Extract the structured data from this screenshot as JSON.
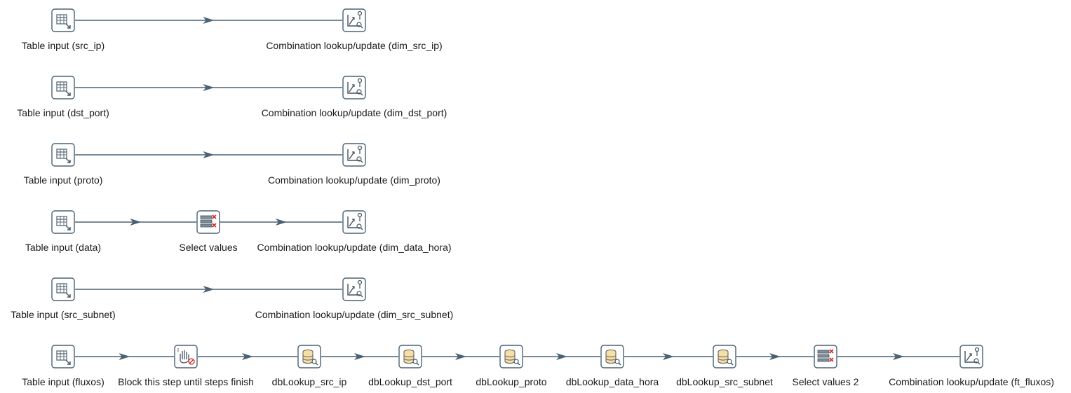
{
  "rows": [
    {
      "steps": [
        {
          "id": "r1s1",
          "label": "Table input (src_ip)",
          "icon": "table-input-icon"
        },
        {
          "id": "r1s2",
          "label": "Combination lookup/update (dim_src_ip)",
          "icon": "combination-lookup-icon"
        }
      ]
    },
    {
      "steps": [
        {
          "id": "r2s1",
          "label": "Table input (dst_port)",
          "icon": "table-input-icon"
        },
        {
          "id": "r2s2",
          "label": "Combination lookup/update (dim_dst_port)",
          "icon": "combination-lookup-icon"
        }
      ]
    },
    {
      "steps": [
        {
          "id": "r3s1",
          "label": "Table input (proto)",
          "icon": "table-input-icon"
        },
        {
          "id": "r3s2",
          "label": "Combination lookup/update (dim_proto)",
          "icon": "combination-lookup-icon"
        }
      ]
    },
    {
      "steps": [
        {
          "id": "r4s1",
          "label": "Table input (data)",
          "icon": "table-input-icon"
        },
        {
          "id": "r4s2",
          "label": "Select values",
          "icon": "select-values-icon"
        },
        {
          "id": "r4s3",
          "label": "Combination lookup/update (dim_data_hora)",
          "icon": "combination-lookup-icon"
        }
      ]
    },
    {
      "steps": [
        {
          "id": "r5s1",
          "label": "Table input (src_subnet)",
          "icon": "table-input-icon"
        },
        {
          "id": "r5s2",
          "label": "Combination lookup/update (dim_src_subnet)",
          "icon": "combination-lookup-icon"
        }
      ]
    },
    {
      "steps": [
        {
          "id": "r6s1",
          "label": "Table input (fluxos)",
          "icon": "table-input-icon"
        },
        {
          "id": "r6s2",
          "label": "Block this step until steps finish",
          "icon": "block-step-icon"
        },
        {
          "id": "r6s3",
          "label": "dbLookup_src_ip",
          "icon": "database-lookup-icon"
        },
        {
          "id": "r6s4",
          "label": "dbLookup_dst_port",
          "icon": "database-lookup-icon"
        },
        {
          "id": "r6s5",
          "label": "dbLookup_proto",
          "icon": "database-lookup-icon"
        },
        {
          "id": "r6s6",
          "label": "dbLookup_data_hora",
          "icon": "database-lookup-icon"
        },
        {
          "id": "r6s7",
          "label": "dbLookup_src_subnet",
          "icon": "database-lookup-icon"
        },
        {
          "id": "r6s8",
          "label": "Select values 2",
          "icon": "select-values-icon"
        },
        {
          "id": "r6s9",
          "label": "Combination lookup/update (ft_fluxos)",
          "icon": "combination-lookup-icon"
        }
      ]
    }
  ],
  "colors": {
    "hop": "#4a6274",
    "icon_border": "#4a6274",
    "icon_bg": "#ffffff",
    "db_fill": "#f5dfa5",
    "select_x": "#d42a2a"
  }
}
